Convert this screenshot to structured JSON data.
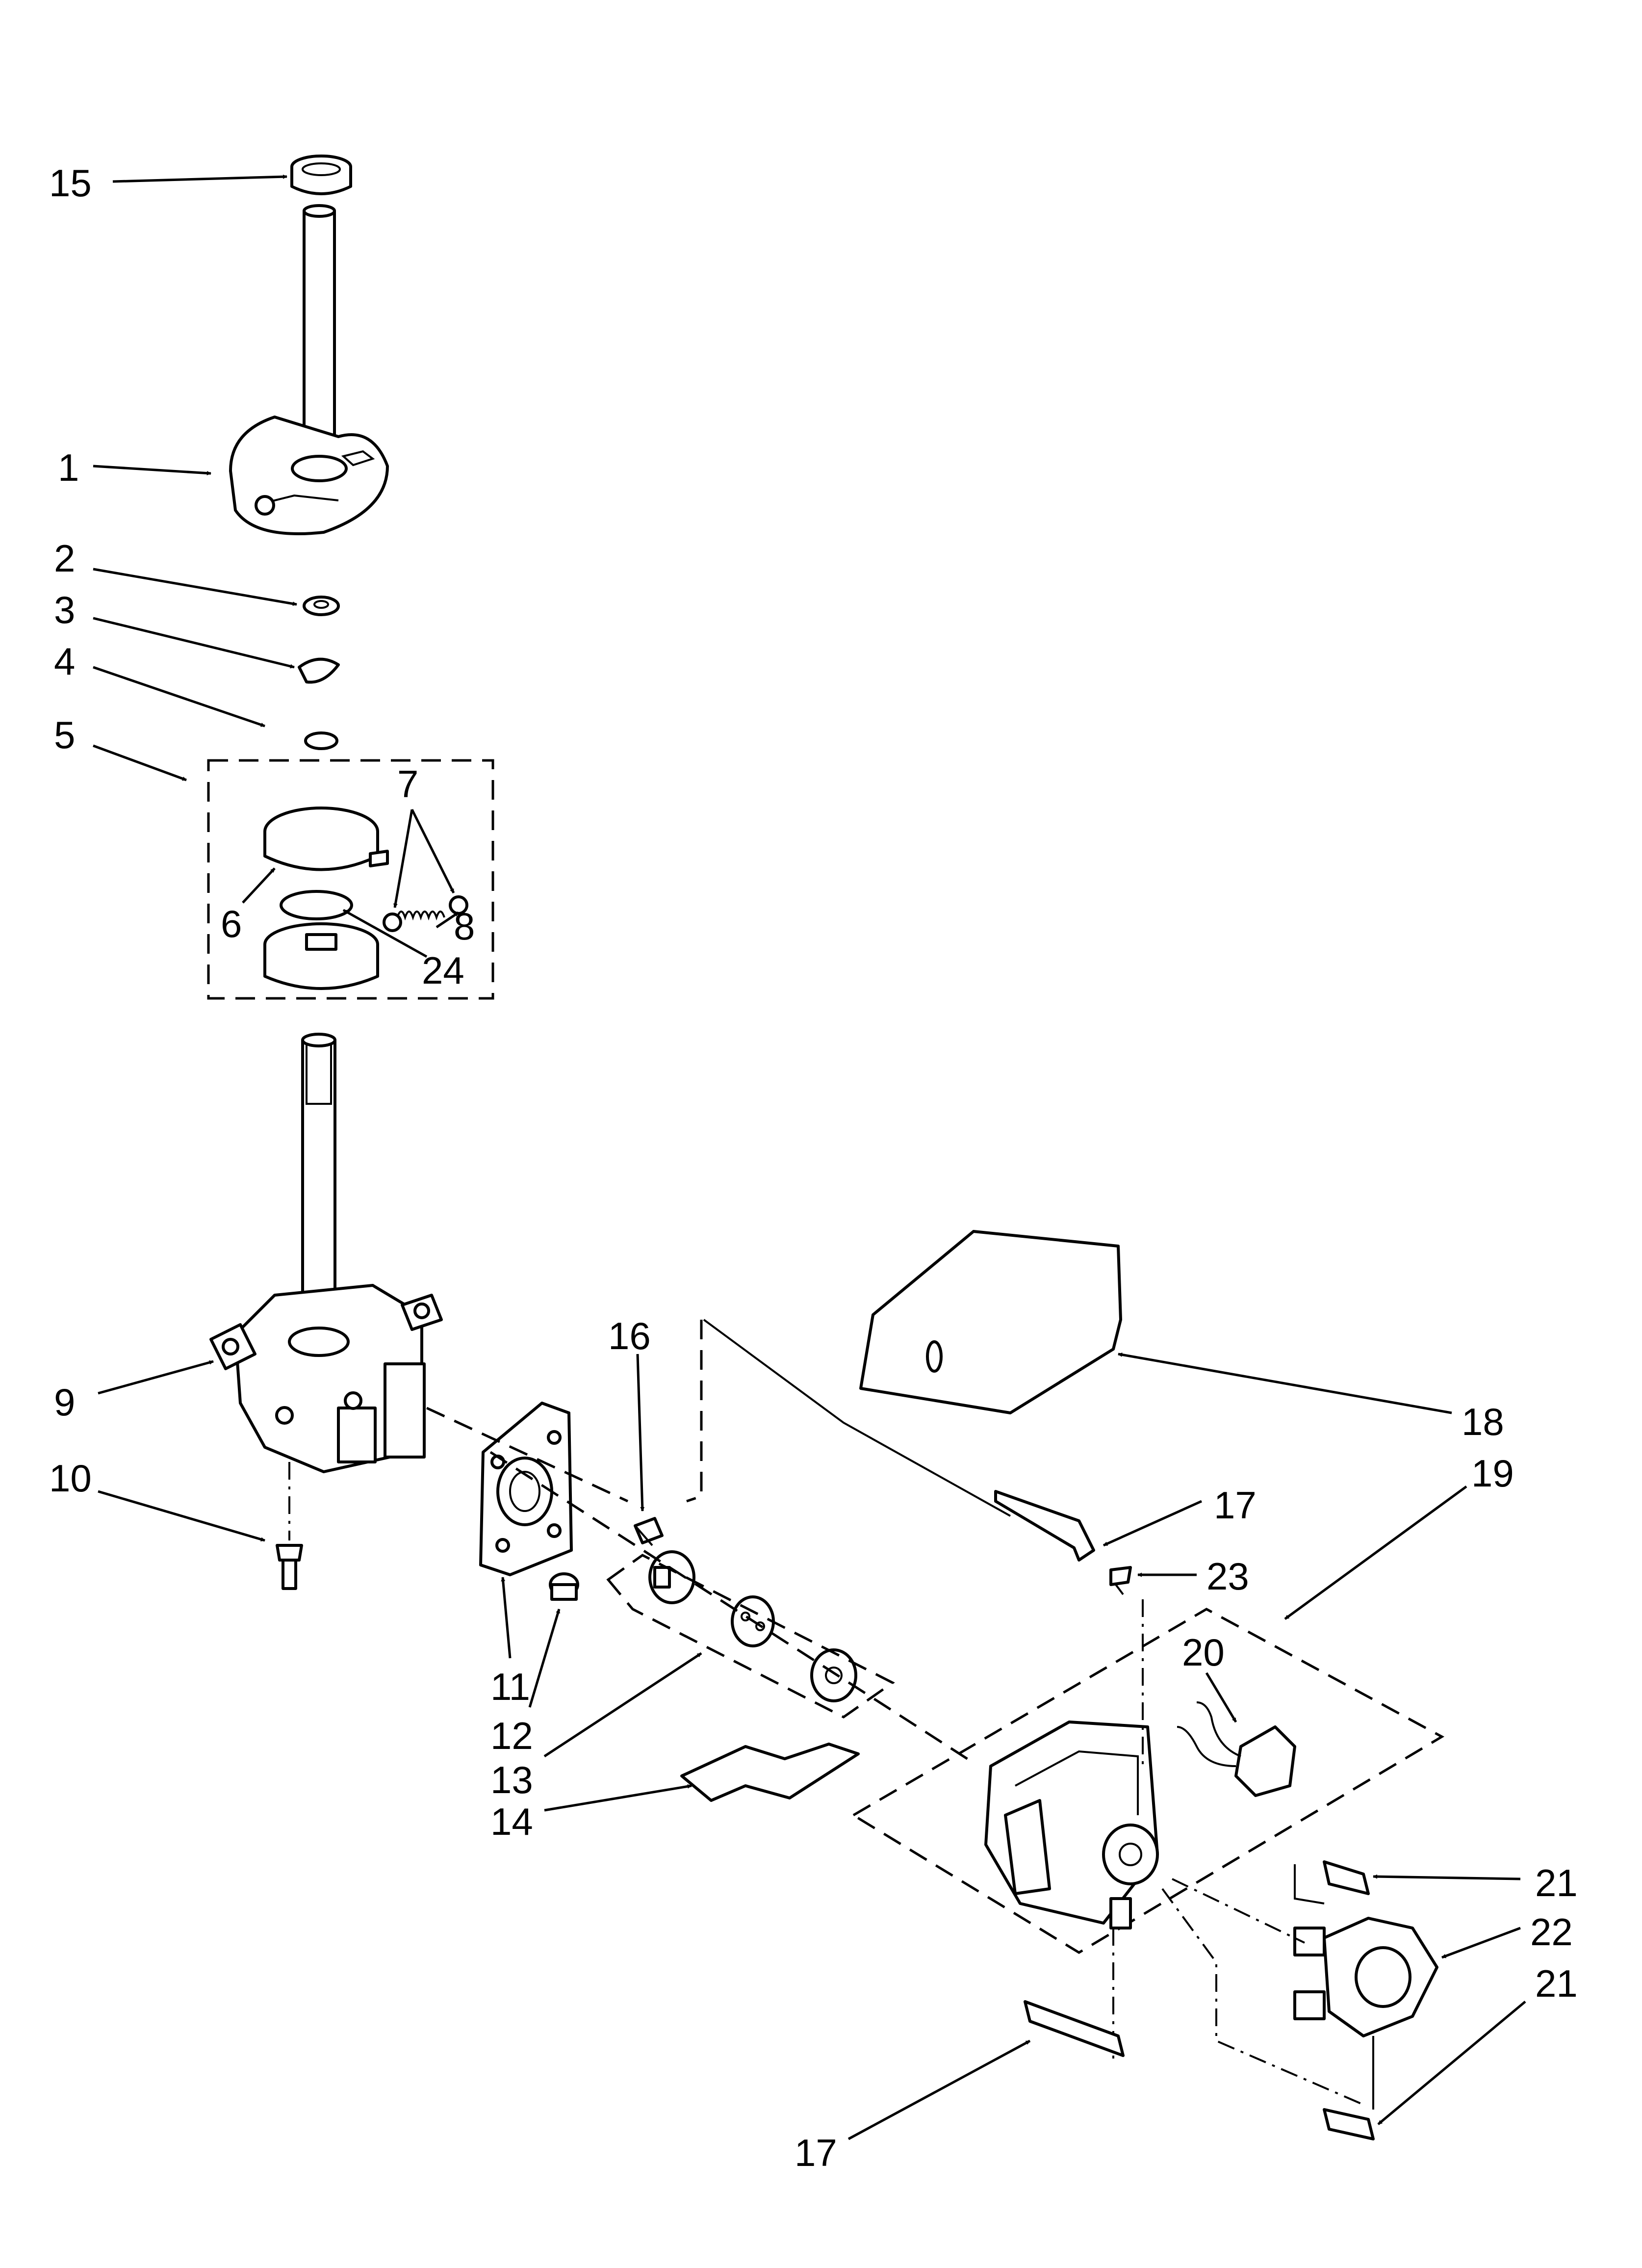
{
  "callouts": [
    {
      "id": "c15a",
      "label": "15"
    },
    {
      "id": "c1",
      "label": "1"
    },
    {
      "id": "c2",
      "label": "2"
    },
    {
      "id": "c3",
      "label": "3"
    },
    {
      "id": "c4",
      "label": "4"
    },
    {
      "id": "c5",
      "label": "5"
    },
    {
      "id": "c7",
      "label": "7"
    },
    {
      "id": "c6",
      "label": "6"
    },
    {
      "id": "c8",
      "label": "8"
    },
    {
      "id": "c24",
      "label": "24"
    },
    {
      "id": "c9",
      "label": "9"
    },
    {
      "id": "c10",
      "label": "10"
    },
    {
      "id": "c16",
      "label": "16"
    },
    {
      "id": "c18",
      "label": "18"
    },
    {
      "id": "c19",
      "label": "19"
    },
    {
      "id": "c17a",
      "label": "17"
    },
    {
      "id": "c23",
      "label": "23"
    },
    {
      "id": "c20",
      "label": "20"
    },
    {
      "id": "c11",
      "label": "11"
    },
    {
      "id": "c12",
      "label": "12"
    },
    {
      "id": "c13",
      "label": "13"
    },
    {
      "id": "c14",
      "label": "14"
    },
    {
      "id": "c21a",
      "label": "21"
    },
    {
      "id": "c22",
      "label": "22"
    },
    {
      "id": "c21b",
      "label": "21"
    },
    {
      "id": "c17b",
      "label": "17"
    }
  ],
  "colors": {
    "line": "#000000",
    "background": "#ffffff"
  }
}
